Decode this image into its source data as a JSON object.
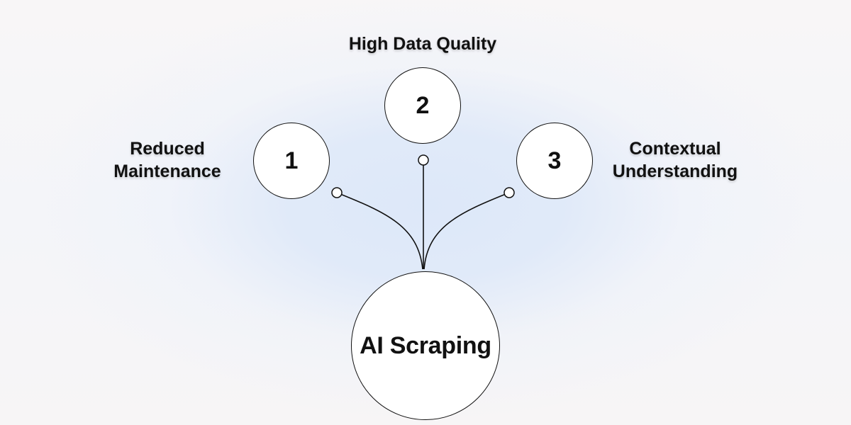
{
  "diagram": {
    "center": {
      "label": "AI Scraping"
    },
    "branches": [
      {
        "number": "1",
        "label_lines": [
          "Reduced",
          "Maintenance"
        ]
      },
      {
        "number": "2",
        "label_lines": [
          "High Data Quality"
        ]
      },
      {
        "number": "3",
        "label_lines": [
          "Contextual",
          "Understanding"
        ]
      }
    ]
  },
  "colors": {
    "stroke": "#111111",
    "node_fill": "#ffffff",
    "background_glow": "#dde8f9"
  }
}
